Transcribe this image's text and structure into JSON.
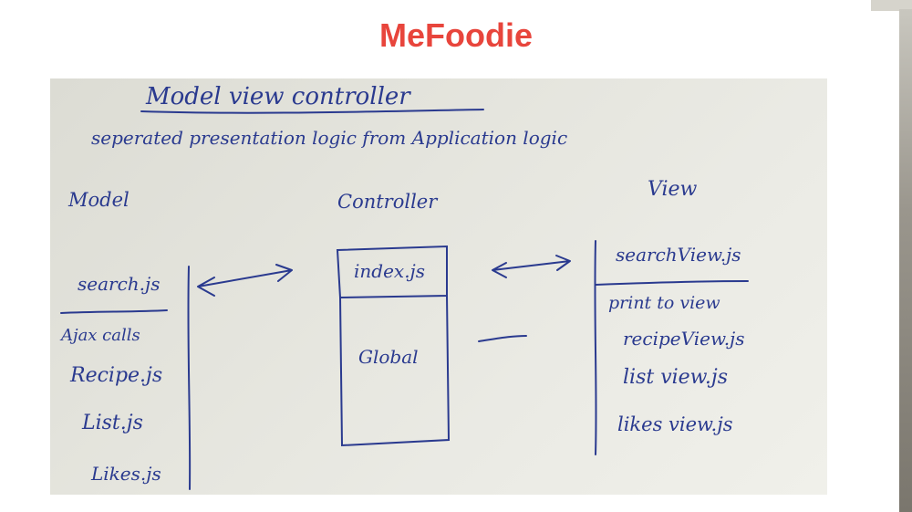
{
  "header": {
    "title": "MeFoodie"
  },
  "diagram": {
    "heading": "Model view controller",
    "subheading": "seperated presentation logic from Application logic",
    "model": {
      "label": "Model",
      "items": [
        "search.js",
        "Ajax calls",
        "Recipe.js",
        "List.js",
        "Likes.js"
      ]
    },
    "controller": {
      "label": "Controller",
      "box_top": "index.js",
      "box_body": "Global"
    },
    "view": {
      "label": "View",
      "items": [
        "searchView.js",
        "print to view",
        "recipeView.js",
        "list view.js",
        "likes view.js"
      ]
    }
  },
  "colors": {
    "title": "#e8453c",
    "ink": "#2a3a8f"
  }
}
